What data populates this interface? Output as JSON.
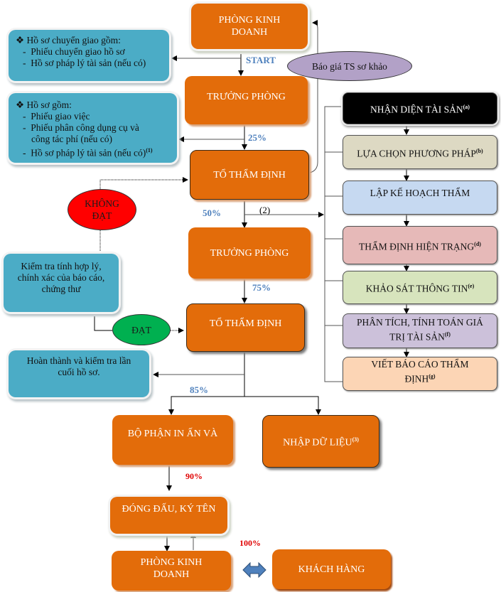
{
  "nodes": {
    "phong_kinh_doanh_top": {
      "line1": "PHÒNG KINH",
      "line2": "DOANH"
    },
    "truong_phong_1": "TRƯỞNG PHÒNG",
    "to_tham_dinh_1": "TỔ THẨM ĐỊNH",
    "truong_phong_2": "TRƯỞNG PHÒNG",
    "to_tham_dinh_2": "TỔ THẨM ĐỊNH",
    "bo_phan_in_an": "BỘ PHẬN IN ẤN VÀ",
    "nhap_du_lieu": {
      "text": "NHẬP DỮ LIỆU",
      "note": "(3)"
    },
    "dong_dau": "ĐÓNG ĐẤU, KÝ TÊN",
    "phong_kinh_doanh_bottom": {
      "line1": "PHÒNG KINH",
      "line2": "DOANH"
    },
    "khach_hang": "KHÁCH HÀNG"
  },
  "notes": {
    "chuyen_giao": {
      "bullet": "❖",
      "title": "Hồ sơ chuyển giao gồm:",
      "items": [
        "Phiếu chuyển giao hồ sơ",
        "Hồ sơ pháp lý tài sản (nếu có)"
      ]
    },
    "ho_so": {
      "bullet": "❖",
      "title": "Hồ sơ gồm:",
      "items": [
        "Phiếu giao việc",
        "Phiếu phân công dụng cụ và",
        "công  tác phí (nếu có)",
        "Hồ sơ pháp lý tài sản (nếu có)"
      ],
      "last_note": "(1)"
    },
    "kiem_tra": {
      "line1": "Kiểm tra tính hợp lý,",
      "line2": "chính xác của báo cáo,",
      "line3": "chứng thư"
    },
    "hoan_thanh": {
      "line1": "Hoàn thành và kiểm tra lần",
      "line2": "cuối hồ sơ."
    }
  },
  "decisions": {
    "khong_dat": {
      "line1": "KHÔNG",
      "line2": "ĐẠT"
    },
    "dat": "ĐẠT",
    "bao_gia": "Báo giá TS sơ khảo"
  },
  "steps": [
    {
      "text": "NHẬN DIỆN TÀI SẢN",
      "note": "(a)",
      "color": "#000000"
    },
    {
      "text": "LỰA CHỌN PHƯƠNG PHÁP",
      "note": "(b)",
      "color": "#ddd9c3"
    },
    {
      "text": "LẬP KẾ HOẠCH THẨM",
      "note": "",
      "color": "#c6d9f1"
    },
    {
      "text": "THẨM ĐỊNH HIỆN TRẠNG",
      "note": "(d)",
      "color": "#e6b9b8"
    },
    {
      "text": "KHẢO SÁT THÔNG TIN",
      "note": "(e)",
      "color": "#d7e4bd"
    },
    {
      "line1": "PHÂN TÍCH, TÍNH TOÁN GIÁ",
      "line2": "TRỊ TÀI SẢN",
      "note": "(f)",
      "color": "#ccc1da"
    },
    {
      "line1": "VIẾT BÁO CÁO THẨM",
      "line2": "ĐỊNH",
      "note": "(g)",
      "color": "#fcd5b5"
    }
  ],
  "progress": {
    "start": "START",
    "p25": "25%",
    "p50": "50%",
    "p75": "75%",
    "p85": "85%",
    "p90": "90%",
    "p100": "100%"
  },
  "labels": {
    "branch2": "(2)"
  },
  "colors": {
    "orange": "#e36c0a",
    "teal": "#4bacc6",
    "progress_blue": "#4f81bd",
    "progress_red": "#e00000",
    "khong_dat": "#ff0000",
    "dat": "#00b050",
    "bao_gia": "#b2a1c7"
  }
}
